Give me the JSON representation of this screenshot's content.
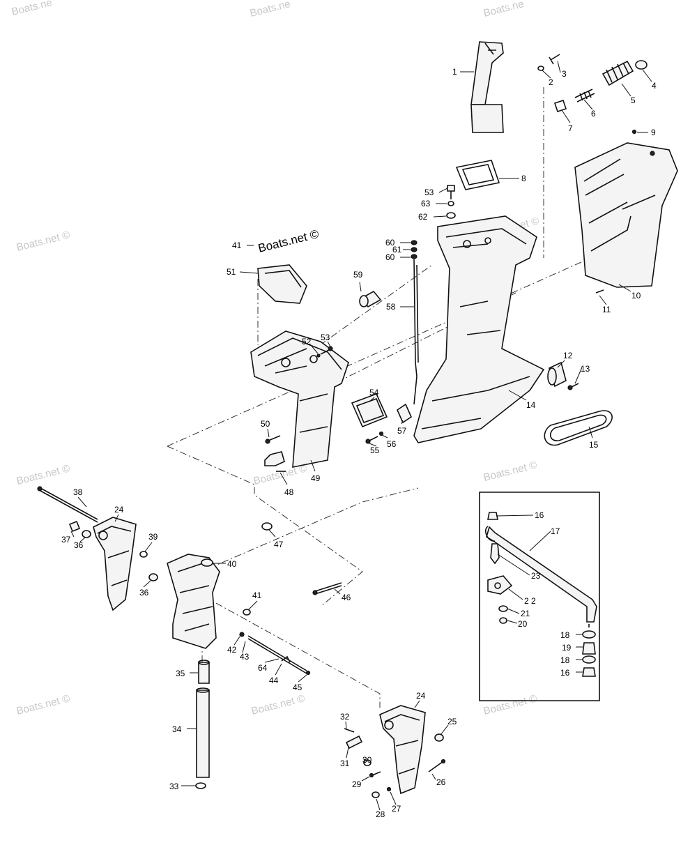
{
  "watermark": "Boats.net ©",
  "watermark_partial": "Boats.ne",
  "callouts": {
    "c1": "1",
    "c2": "2",
    "c3": "3",
    "c4": "4",
    "c5": "5",
    "c6": "6",
    "c7": "7",
    "c8": "8",
    "c9": "9",
    "c10": "10",
    "c11": "11",
    "c12": "12",
    "c13": "13",
    "c14": "14",
    "c15": "15",
    "c16a": "16",
    "c16b": "16",
    "c17": "17",
    "c18a": "18",
    "c18b": "18",
    "c19": "19",
    "c20": "20",
    "c21": "21",
    "c22": "2 2",
    "c23": "23",
    "c24a": "24",
    "c24b": "24",
    "c25": "25",
    "c26": "26",
    "c27": "27",
    "c28": "28",
    "c29": "29",
    "c30": "30",
    "c31": "31",
    "c32": "32",
    "c33": "33",
    "c34": "34",
    "c35": "35",
    "c36a": "36",
    "c36b": "36",
    "c37": "37",
    "c38": "38",
    "c39": "39",
    "c40": "40",
    "c41a": "41",
    "c41b": "41",
    "c42": "42",
    "c43": "43",
    "c44": "44",
    "c45": "45",
    "c46": "46",
    "c47": "47",
    "c48": "48",
    "c49": "49",
    "c50": "50",
    "c51": "51",
    "c52": "52",
    "c53a": "53",
    "c53b": "53",
    "c54": "54",
    "c55": "55",
    "c56": "56",
    "c57": "57",
    "c58": "58",
    "c59": "59",
    "c60a": "60",
    "c60b": "60",
    "c61": "61",
    "c62": "62",
    "c63": "63",
    "c64": "64"
  }
}
